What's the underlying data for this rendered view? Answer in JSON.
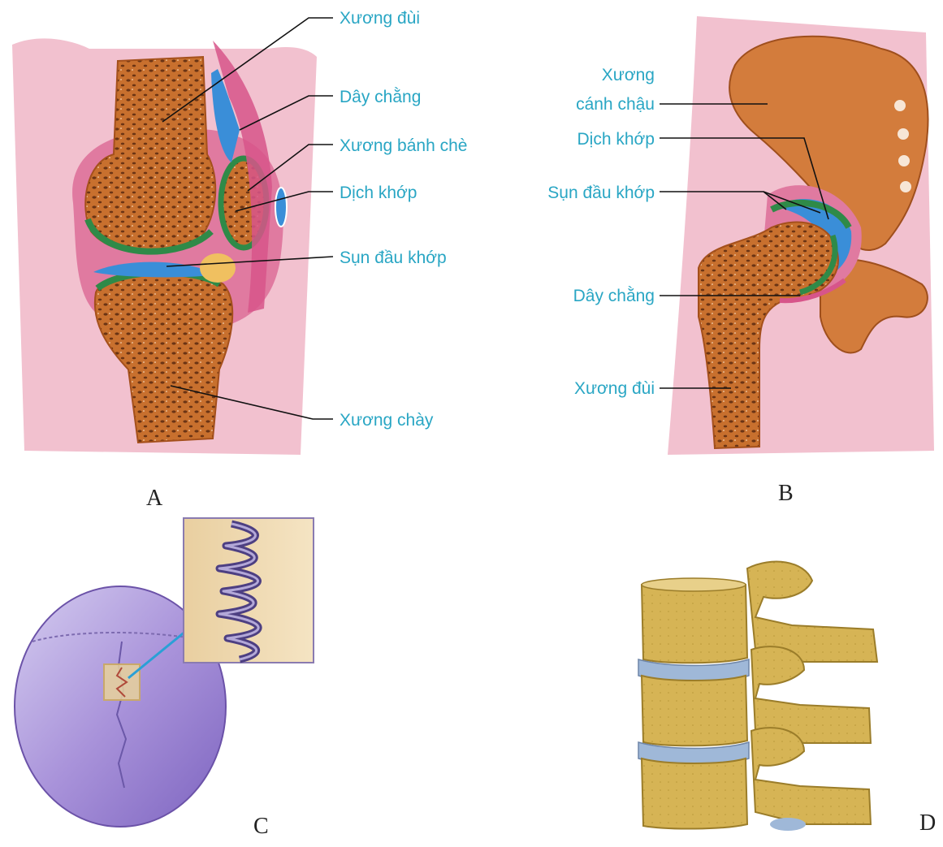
{
  "colors": {
    "label": "#29a6c4",
    "bone": "#c8702e",
    "cartilage": "#2f8a48",
    "synovial": "#3a8ed8",
    "tissue": "#f2c1cf",
    "skull": "#a48fd6",
    "vertebra": "#d9b858",
    "disc": "#9fb8d8"
  },
  "panelA": {
    "letter": "A",
    "labels": {
      "femur": "Xương đùi",
      "ligament": "Dây chằng",
      "patella": "Xương bánh chè",
      "synovial_fluid": "Dịch khớp",
      "cartilage": "Sụn đầu khớp",
      "tibia": "Xương chày"
    }
  },
  "panelB": {
    "letter": "B",
    "labels": {
      "ilium_line1": "Xương",
      "ilium_line2": "cánh chậu",
      "synovial_fluid": "Dịch khớp",
      "cartilage": "Sụn đầu khớp",
      "ligament": "Dây chằng",
      "femur": "Xương đùi"
    }
  },
  "panelC": {
    "letter": "C"
  },
  "panelD": {
    "letter": "D"
  }
}
